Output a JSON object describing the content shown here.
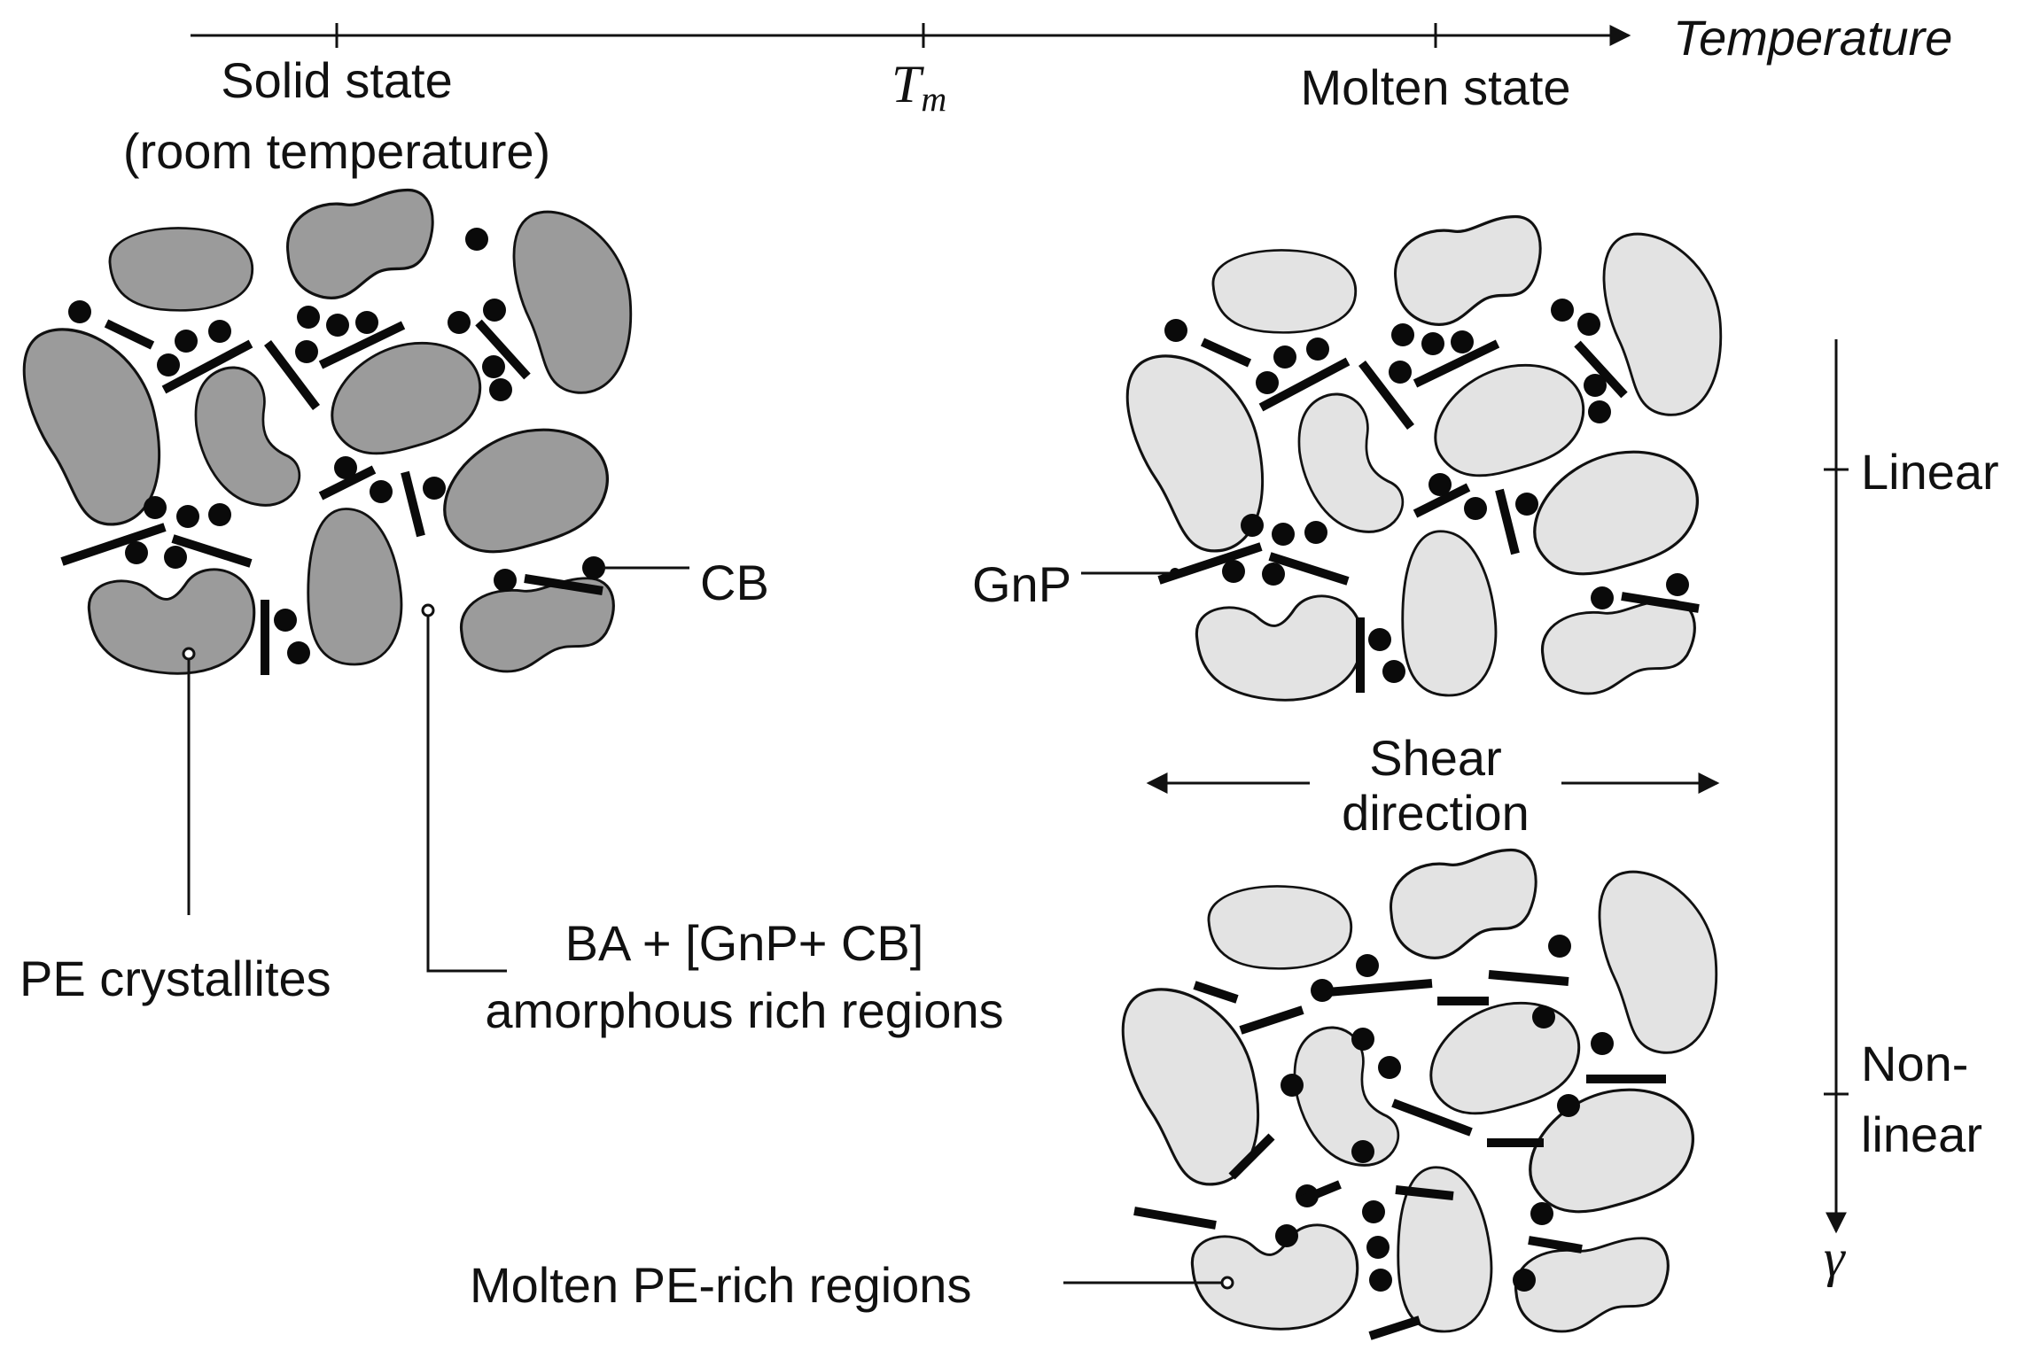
{
  "axis": {
    "temperature_label": "Temperature",
    "tm_symbol": "T",
    "tm_subscript": "m",
    "solid_state_line1": "Solid state",
    "solid_state_line2": "(room temperature)",
    "molten_state": "Molten state"
  },
  "strain_axis": {
    "symbol": "γ",
    "linear": "Linear",
    "nonlinear_line1": "Non-",
    "nonlinear_line2": "linear"
  },
  "labels": {
    "cb": "CB",
    "gnp": "GnP",
    "pe_crystallites": "PE crystallites",
    "amorphous_line1": "BA + [GnP+ CB]",
    "amorphous_line2": "amorphous rich regions",
    "shear_line1": "Shear",
    "shear_line2": "direction",
    "molten_pe": "Molten PE-rich regions"
  },
  "colors": {
    "crystallite_fill": "#9b9b9b",
    "molten_fill": "#e3e3e3",
    "particle": "#0a0a0a"
  }
}
